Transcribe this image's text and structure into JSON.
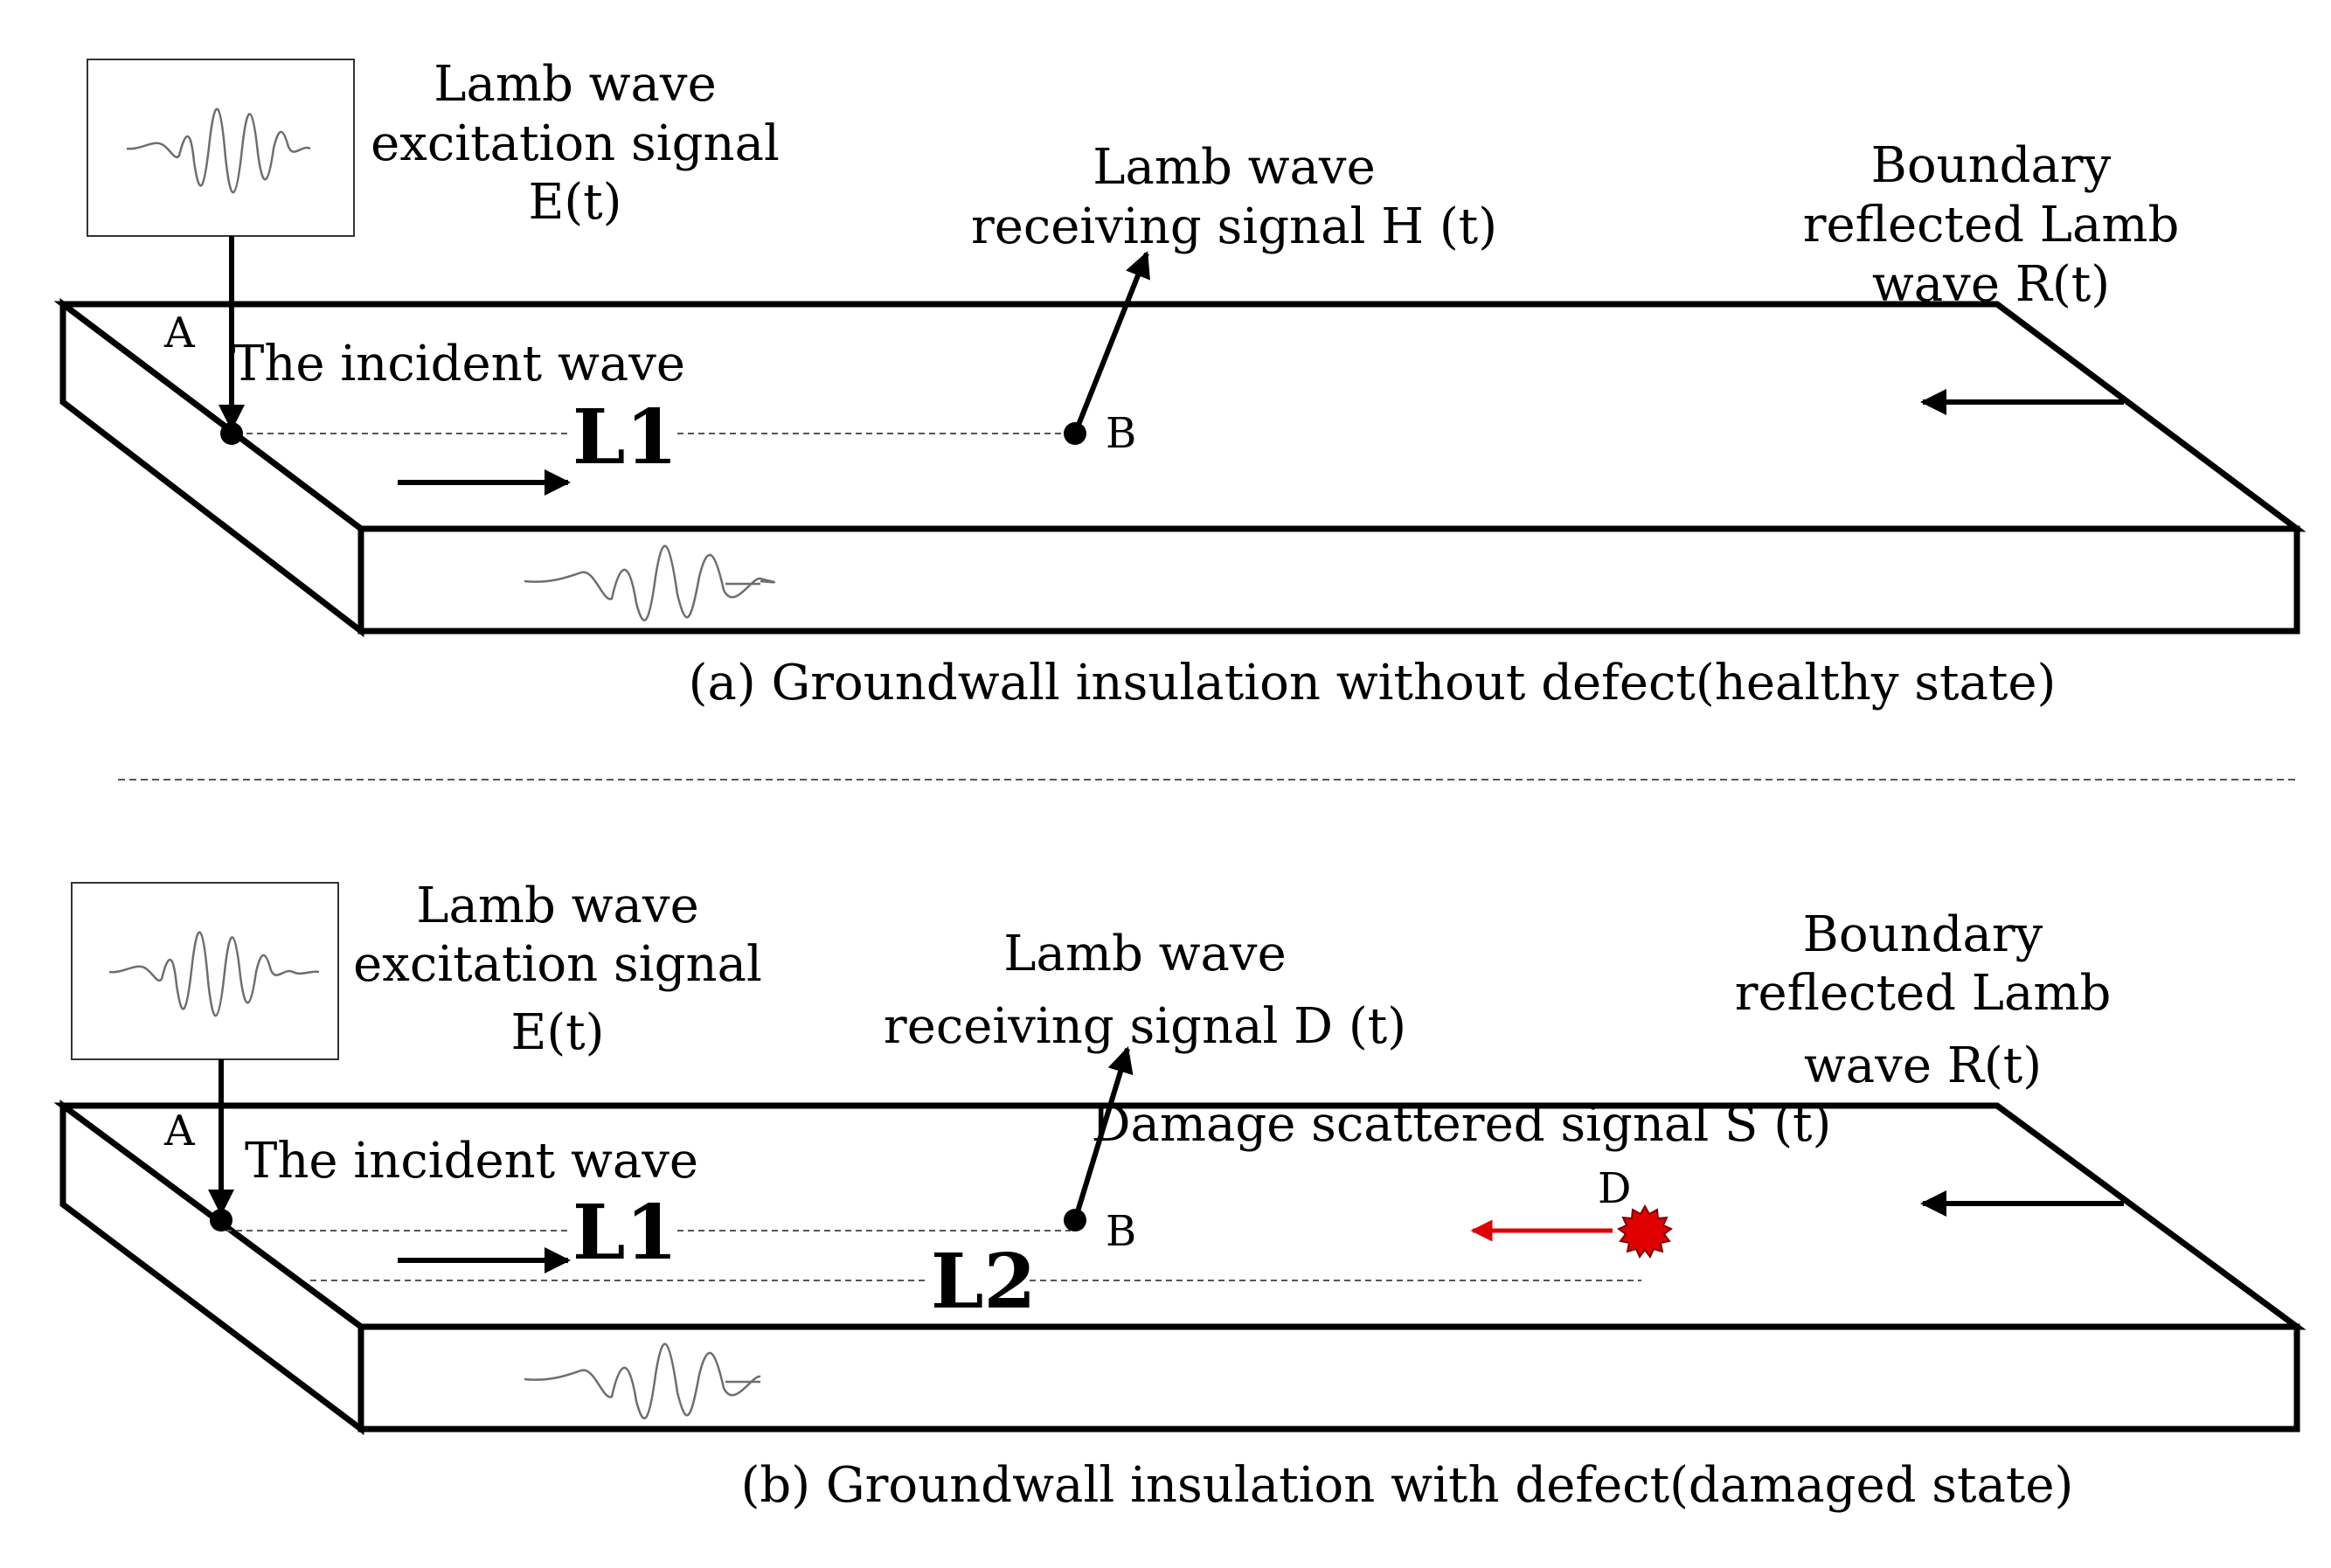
{
  "panel_a": {
    "excitation_label": [
      "Lamb wave",
      "excitation signal",
      "E(t)"
    ],
    "receiving_label": [
      "Lamb wave",
      "receiving signal H (t)"
    ],
    "boundary_label": [
      "Boundary",
      "reflected Lamb",
      "wave R(t)"
    ],
    "incident_label": "The incident wave",
    "point_a": "A",
    "point_b": "B",
    "distance_l1": "L1",
    "caption": "(a) Groundwall insulation without defect(healthy state)"
  },
  "panel_b": {
    "excitation_label": [
      "Lamb wave",
      "excitation signal",
      "E(t)"
    ],
    "receiving_label": [
      "Lamb wave",
      "receiving signal D (t)"
    ],
    "boundary_label": [
      "Boundary",
      "reflected Lamb",
      "wave R(t)"
    ],
    "damage_label": "Damage scattered signal S (t)",
    "incident_label": "The incident wave",
    "point_a": "A",
    "point_b": "B",
    "point_d": "D",
    "distance_l1": "L1",
    "distance_l2": "L2",
    "caption": "(b) Groundwall insulation with defect(damaged state)"
  },
  "colors": {
    "outline": "#000000",
    "defect": "#e00000",
    "waveform": "#6e6e6e"
  },
  "icons": {
    "excitation_waveform": "sine-burst-icon",
    "defect_marker": "starburst-icon"
  }
}
